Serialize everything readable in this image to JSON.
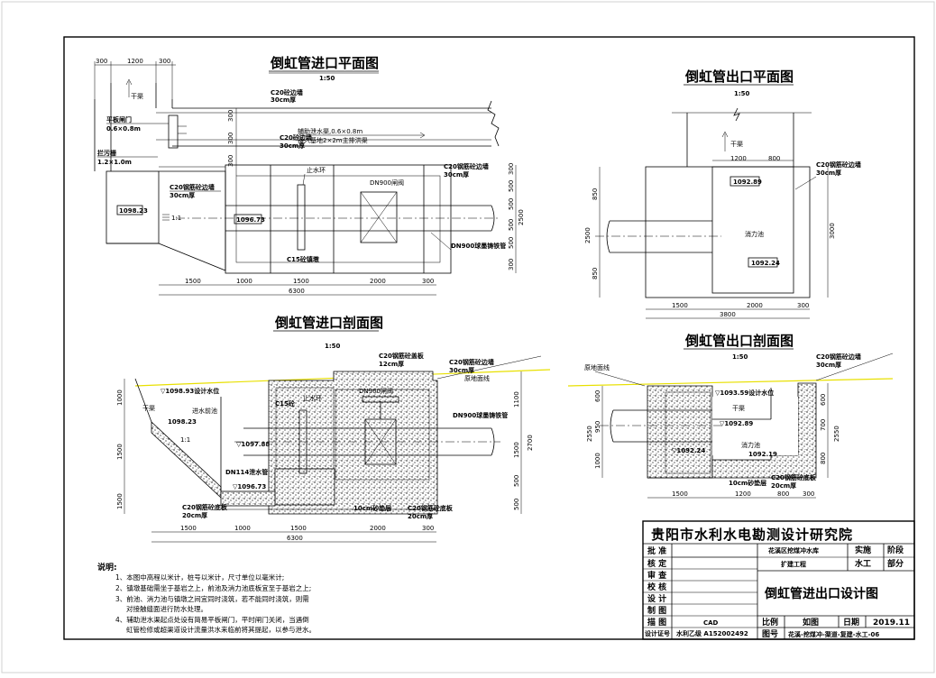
{
  "drawings": {
    "inlet_plan": {
      "title": "倒虹管进口平面图",
      "scale": "1:50",
      "labels": {
        "wall_top": "C20砼边墙",
        "wall_top_thk": "30cm厚",
        "wall_mid": "C20砼边墙",
        "wall_mid_thk": "30cm厚",
        "drain": "辅助泄水渠,0.6×0.8m",
        "drain2": "接入基地2×2m主排洪渠",
        "main_canal": "干渠",
        "gate": "平板闸门",
        "gate_size": "0.6×0.8m",
        "trash_rack": "拦污栅",
        "trash_size": "1.2×1.0m",
        "left_wall": "C20钢筋砼边墙",
        "left_wall_thk": "30cm厚",
        "elev_left": "1098.23",
        "slope": "1:1",
        "elev_mid": "1096.73",
        "water_stop": "止水环",
        "valve": "DN900闸阀",
        "right_wall": "C20钢筋砼边墙",
        "right_wall_thk": "30cm厚",
        "pipe": "DN900球墨铸铁管",
        "pier": "C15砼镇墩"
      },
      "dims_top": [
        "300",
        "1200",
        "300"
      ],
      "dims_bottom": [
        "1500",
        "1000",
        "1500",
        "2000",
        "300"
      ],
      "dim_total": "6300",
      "dims_right": [
        "300",
        "500",
        "500",
        "500",
        "500",
        "300"
      ],
      "dim_right_total": "2500",
      "dims_mid_vertical": [
        "300",
        "300",
        "300"
      ]
    },
    "outlet_plan": {
      "title": "倒虹管出口平面图",
      "scale": "1:50",
      "labels": {
        "canal": "干渠",
        "wall": "C20钢筋砼边墙",
        "wall_thk": "30cm厚",
        "elev_top": "1092.89",
        "pool": "消力池",
        "elev_bottom": "1092.24"
      },
      "dims_top": [
        "1200",
        "800"
      ],
      "dims_bottom": [
        "1500",
        "2000",
        "300"
      ],
      "dim_total": "3800",
      "dims_left": [
        "850",
        "850"
      ],
      "dim_left_total": "2500",
      "dim_right": "3000"
    },
    "inlet_section": {
      "title": "倒虹管进口剖面图",
      "scale": "1:50",
      "labels": {
        "cover": "C20钢筋砼盖板",
        "cover_thk": "12cm厚",
        "wall": "C20钢筋砼边墙",
        "wall_thk": "30cm厚",
        "ground": "原地面线",
        "design_level": "▽1098.93设计水位",
        "canal": "干渠",
        "pool": "进水前池",
        "elev1": "1098.23",
        "water_stop": "止水环",
        "valve": "DN900闸阀",
        "pipe": "DN900球墨铸铁管",
        "c15": "C15砼",
        "slope": "1:1",
        "elev2": "▽1097.88",
        "drain_pipe": "DN114泄水管",
        "elev3": "▽1096.73",
        "floor_left": "C20钢筋砼底板",
        "floor_left_thk": "20cm厚",
        "cushion": "10cm砂垫层",
        "floor_right": "C20钢筋砼底板",
        "floor_right_thk": "20cm厚"
      },
      "dims_left": [
        "1000",
        "1500",
        "1500"
      ],
      "dims_right": [
        "1100",
        "1500",
        "500",
        "500"
      ],
      "dim_right_total": "2700",
      "dims_bottom": [
        "1500",
        "1000",
        "1500",
        "2000",
        "300"
      ],
      "dim_total": "6300"
    },
    "outlet_section": {
      "title": "倒虹管出口剖面图",
      "scale": "1:50",
      "labels": {
        "ground": "原地面线",
        "wall": "C20钢筋砼边墙",
        "wall_thk": "30cm厚",
        "elev1": "▽1093.59设计水位",
        "canal": "干渠",
        "elev2": "▽1092.89",
        "elev3": "▽1092.24",
        "pool": "消力池",
        "elev4": "1092.19",
        "cushion": "10cm砂垫层",
        "floor": "C20钢筋砼底板",
        "floor_thk": "20cm厚"
      },
      "dims_left": [
        "600",
        "950",
        "1000"
      ],
      "dim_left_total": "2550",
      "dims_right": [
        "600",
        "700",
        "800"
      ],
      "dim_right_total": "2550",
      "dims_bottom": [
        "1500",
        "1200",
        "800",
        "300"
      ]
    }
  },
  "notes": {
    "heading": "说明:",
    "items": [
      "1、本图中高程以米计，桩号以米计，尺寸单位以毫米计;",
      "2、镇墩基础需坐于基岩之上，前池及消力池底板宜至于基岩之上;",
      "3、前池、消力池与镇墩之间宜同时浇筑，若不能同时浇筑，则需",
      "对接触缝面进行防水处理。",
      "4、辅助泄水渠起点处设有简易平板闸门，平时闸门关闭，当遇倒",
      "虹管检修或超渠道设计流量洪水来临前将其提起，以参与泄水。"
    ]
  },
  "title_block": {
    "institute": "贵阳市水利水电勘测设计研究院",
    "project1": "花溪区挖煤冲水库",
    "project2": "扩建工程",
    "stage_label1": "实施",
    "stage_label2": "阶段",
    "dept1": "水工",
    "dept2": "部分",
    "drawing_title": "倒虹管进出口设计图",
    "roles": [
      "批 准",
      "核 定",
      "审 查",
      "校 核",
      "设 计",
      "制 图",
      "描 图"
    ],
    "cad": "CAD",
    "cert_label": "设计证号",
    "cert_value": "水利乙级 A152002492",
    "scale_label": "比例",
    "scale_value": "如图",
    "date_label": "日期",
    "date_value": "2019.11",
    "dwgno_label": "图号",
    "dwgno_value": "花溪-挖煤冲-渠道-复建-水工-06"
  }
}
